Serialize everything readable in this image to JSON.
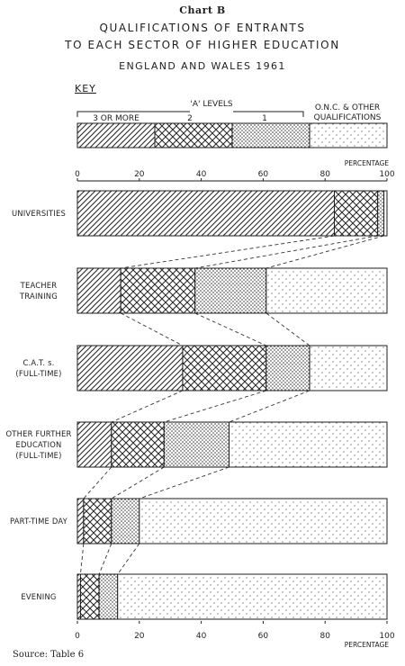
{
  "chart_label": "Chart B",
  "title_line1": "QUALIFICATIONS OF ENTRANTS",
  "title_line2": "TO EACH SECTOR OF HIGHER EDUCATION",
  "title_line3": "ENGLAND AND WALES 1961",
  "key": {
    "heading": "KEY",
    "group_label": "'A' LEVELS",
    "labels": [
      "3 OR MORE",
      "2",
      "1"
    ],
    "other_label_line1": "O.N.C. & OTHER",
    "other_label_line2": "QUALIFICATIONS"
  },
  "source": "Source:  Table 6",
  "chart_data": {
    "type": "bar",
    "orientation": "horizontal",
    "stacked": true,
    "xlabel": "PERCENTAGE",
    "xlim": [
      0,
      100
    ],
    "xticks": [
      "0",
      "20",
      "40",
      "60",
      "80",
      "100"
    ],
    "categories": [
      {
        "line1": "UNIVERSITIES",
        "line2": ""
      },
      {
        "line1": "TEACHER",
        "line2": "TRAINING"
      },
      {
        "line1": "C.A.T. s.",
        "line2": "(FULL-TIME)"
      },
      {
        "line1": "OTHER FURTHER",
        "line2": "EDUCATION",
        "line3": "(FULL-TIME)"
      },
      {
        "line1": "PART-TIME DAY",
        "line2": ""
      },
      {
        "line1": "EVENING",
        "line2": ""
      }
    ],
    "series": [
      {
        "name": "3 OR MORE",
        "pattern": "diagonal",
        "values": [
          83,
          14,
          34,
          11,
          2,
          1
        ]
      },
      {
        "name": "2",
        "pattern": "crosshatch",
        "values": [
          14,
          24,
          27,
          17,
          9,
          6
        ]
      },
      {
        "name": "1",
        "pattern": "dots-dense",
        "values": [
          2,
          23,
          14,
          21,
          9,
          6
        ]
      },
      {
        "name": "O.N.C. & OTHER QUALIFICATIONS",
        "pattern": "dots-sparse",
        "values": [
          1,
          39,
          25,
          51,
          80,
          87
        ]
      }
    ],
    "grid": false,
    "connector_lines": true
  }
}
